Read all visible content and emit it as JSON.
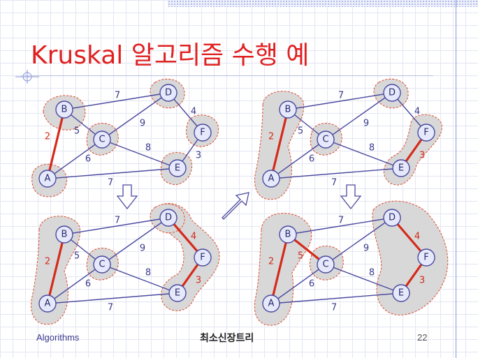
{
  "slide": {
    "title": "Kruskal 알고리즘 수행 예",
    "footer_left": "Algorithms",
    "footer_center": "최소신장트리",
    "page_number": "22"
  },
  "graph": {
    "nodes": [
      "A",
      "B",
      "C",
      "D",
      "E",
      "F"
    ],
    "edges": [
      {
        "u": "B",
        "v": "D",
        "w": "7"
      },
      {
        "u": "A",
        "v": "B",
        "w": "2"
      },
      {
        "u": "B",
        "v": "C",
        "w": "5"
      },
      {
        "u": "A",
        "v": "C",
        "w": "6"
      },
      {
        "u": "C",
        "v": "D",
        "w": "9"
      },
      {
        "u": "C",
        "v": "E",
        "w": "8"
      },
      {
        "u": "D",
        "v": "F",
        "w": "4"
      },
      {
        "u": "E",
        "v": "F",
        "w": "3"
      },
      {
        "u": "A",
        "v": "E",
        "w": "7"
      }
    ]
  },
  "steps": [
    {
      "selected": [
        "A-B"
      ]
    },
    {
      "selected": [
        "A-B",
        "E-F"
      ]
    },
    {
      "selected": [
        "A-B",
        "E-F",
        "D-F"
      ]
    },
    {
      "selected": [
        "A-B",
        "E-F",
        "D-F",
        "B-C"
      ]
    }
  ],
  "colors": {
    "accent": "#e02020",
    "edge": "#4a4aa0",
    "selected": "#d42a1a",
    "cluster_fill": "#d8d8d8"
  }
}
